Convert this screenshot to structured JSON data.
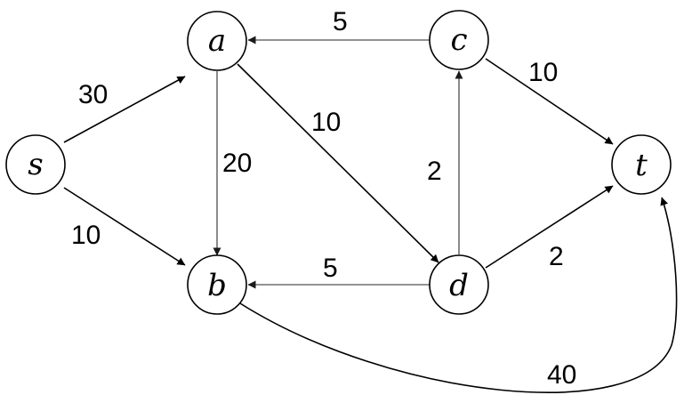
{
  "nodes": [
    {
      "id": "s",
      "label": "s"
    },
    {
      "id": "a",
      "label": "a"
    },
    {
      "id": "b",
      "label": "b"
    },
    {
      "id": "c",
      "label": "c"
    },
    {
      "id": "d",
      "label": "d"
    },
    {
      "id": "t",
      "label": "t"
    }
  ],
  "edges": [
    {
      "from": "s",
      "to": "a",
      "weight": "30"
    },
    {
      "from": "s",
      "to": "b",
      "weight": "10"
    },
    {
      "from": "a",
      "to": "b",
      "weight": "20"
    },
    {
      "from": "a",
      "to": "d",
      "weight": "10"
    },
    {
      "from": "c",
      "to": "a",
      "weight": "5"
    },
    {
      "from": "c",
      "to": "t",
      "weight": "10"
    },
    {
      "from": "d",
      "to": "c",
      "weight": "2"
    },
    {
      "from": "d",
      "to": "b",
      "weight": "5"
    },
    {
      "from": "d",
      "to": "t",
      "weight": "2"
    },
    {
      "from": "b",
      "to": "t",
      "weight": "40"
    }
  ],
  "colors": {
    "gray_edge": "#6e6e6e",
    "black_edge": "#000000"
  }
}
